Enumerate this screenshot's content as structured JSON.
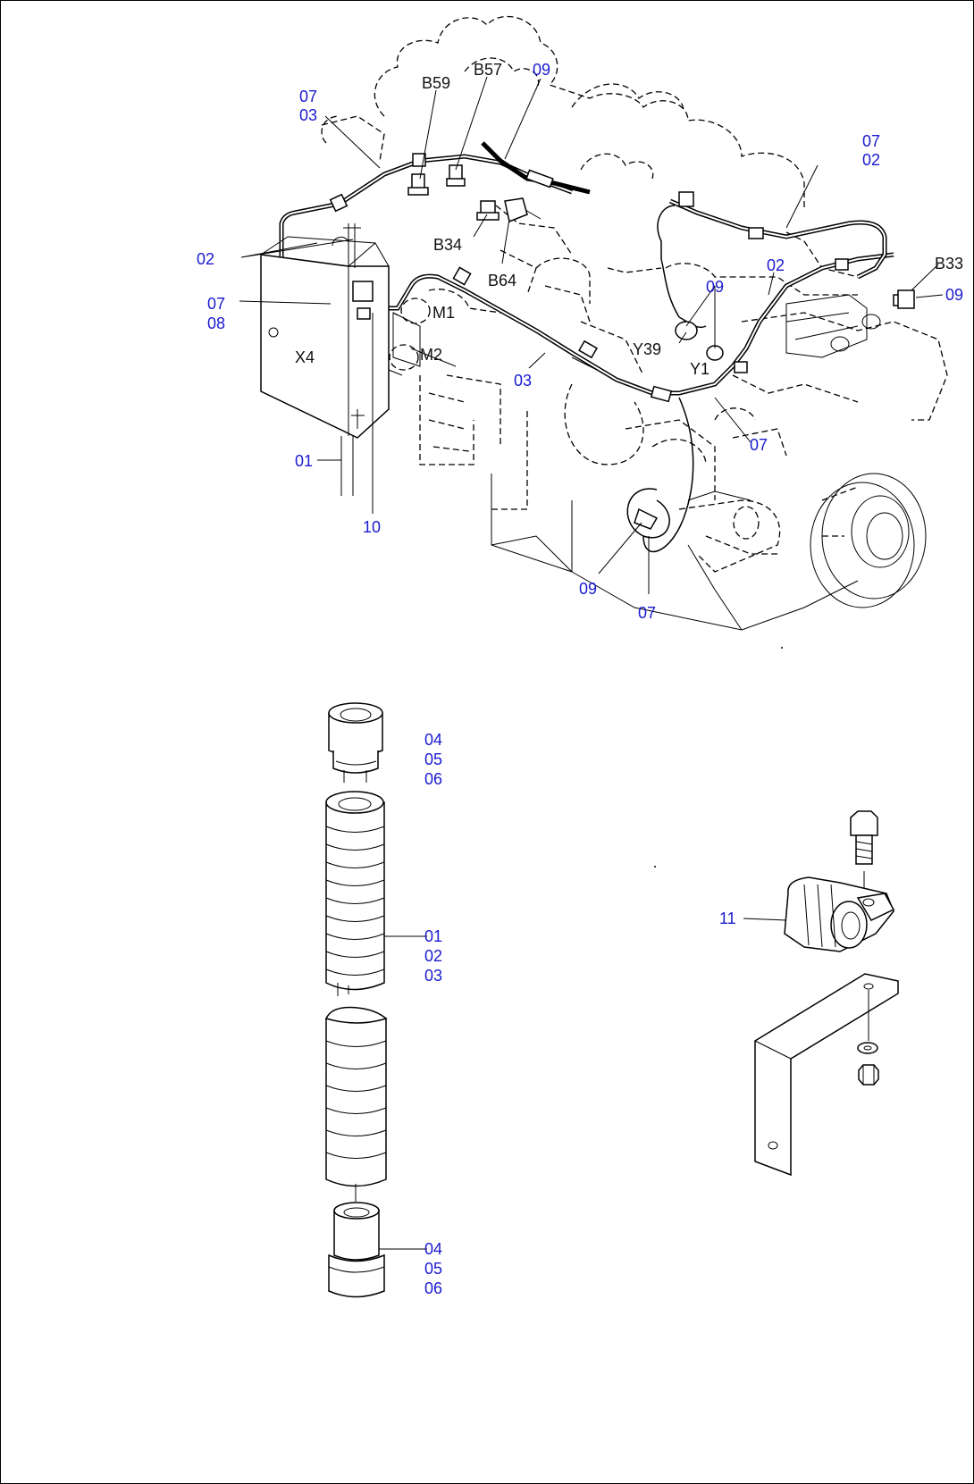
{
  "labels": {
    "top_0703": [
      "07",
      "03"
    ],
    "top_0702": [
      "07",
      "02"
    ],
    "top_0708": [
      "07",
      "08"
    ],
    "p02_a": "02",
    "p02_b": "02",
    "p09_a": "09",
    "p09_b": "09",
    "p09_c": "09",
    "p09_d": "09",
    "p03": "03",
    "p07_a": "07",
    "p07_b": "07",
    "p01": "01",
    "p10": "10",
    "p11": "11",
    "grp_top": [
      "04",
      "05",
      "06"
    ],
    "grp_mid": [
      "01",
      "02",
      "03"
    ],
    "grp_bot": [
      "04",
      "05",
      "06"
    ]
  },
  "components": {
    "b59": "B59",
    "b57": "B57",
    "b34": "B34",
    "b64": "B64",
    "b33": "B33",
    "x4": "X4",
    "m1": "M1",
    "m2": "M2",
    "y39": "Y39",
    "y1": "Y1"
  },
  "colors": {
    "part_number": "#1a1ad0",
    "component": "#111111",
    "line": "#000000"
  }
}
